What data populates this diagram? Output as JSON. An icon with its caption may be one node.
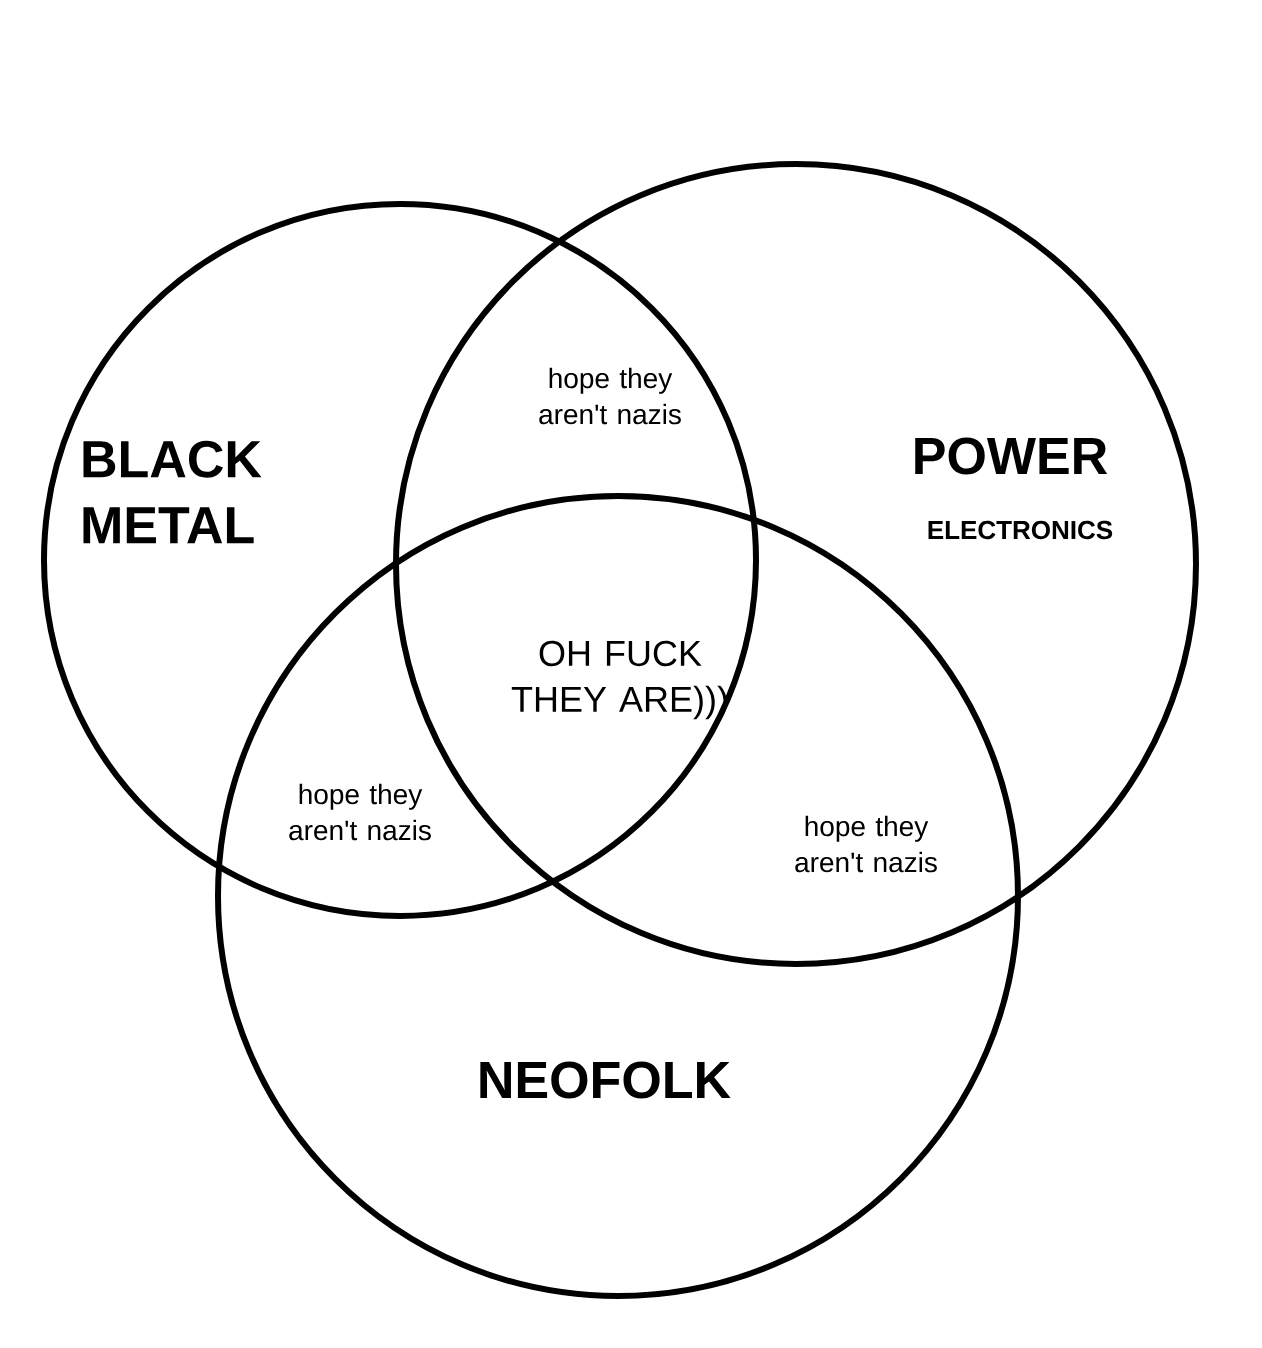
{
  "diagram": {
    "nodes": [
      {
        "text": [
          "BLACK METAL"
        ]
      },
      {
        "text": [
          "POWER",
          "ELECTRONICS"
        ]
      },
      {
        "text": [
          "NEOFOLK"
        ]
      }
    ],
    "labels": [
      "hope they aren't nazis",
      "hope they aren't nazis",
      "hope they aren't nazis",
      "OH FUCK THEY ARE)))"
    ]
  }
}
